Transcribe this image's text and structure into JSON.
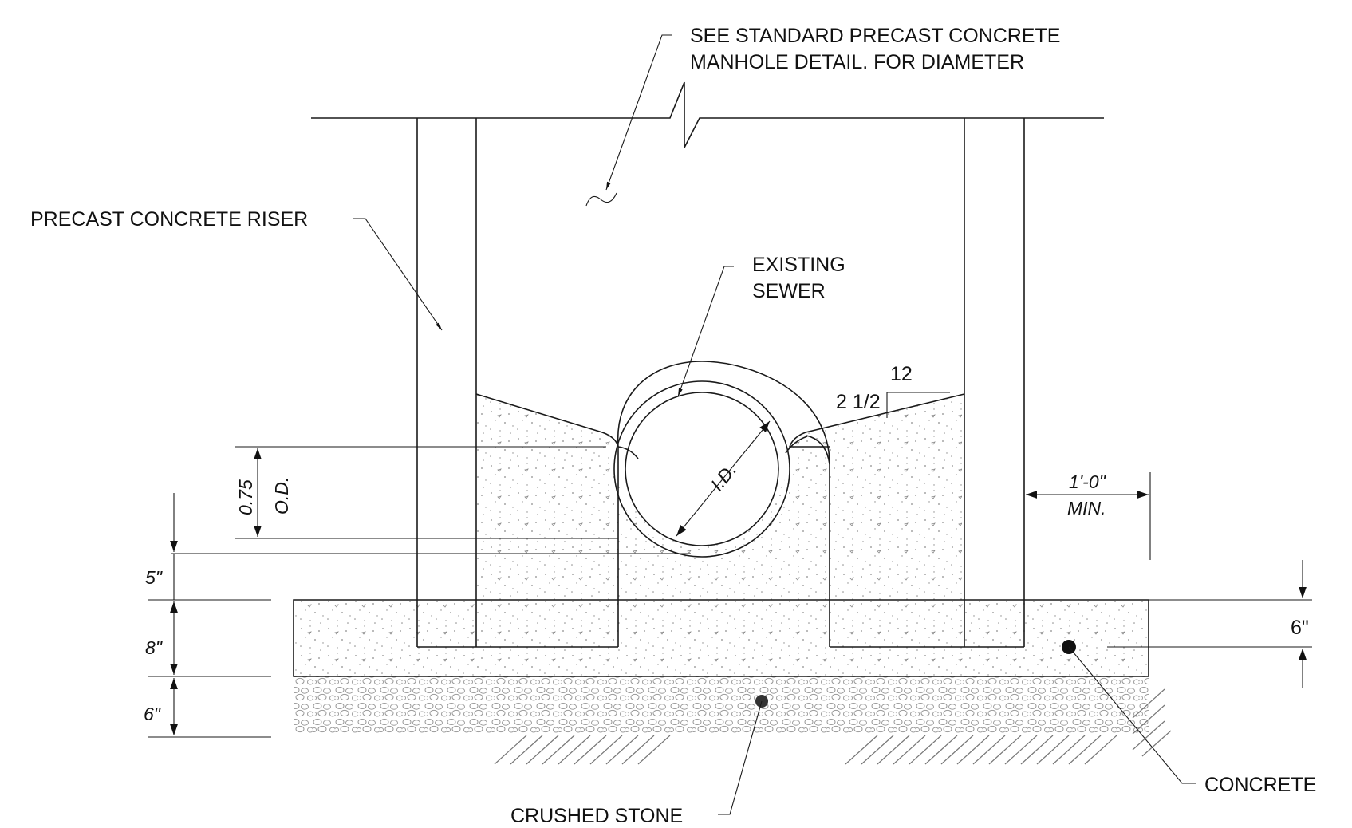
{
  "labels": {
    "see_detail_line1": "SEE STANDARD PRECAST CONCRETE",
    "see_detail_line2": "MANHOLE DETAIL. FOR DIAMETER",
    "riser": "PRECAST CONCRETE RISER",
    "sewer_line1": "EXISTING",
    "sewer_line2": "SEWER",
    "crushed_stone": "CRUSHED STONE",
    "concrete": "CONCRETE"
  },
  "dimensions": {
    "slope_run": "12",
    "slope_rise": "2 1/2",
    "inner_diameter": "I.D.",
    "od_factor": "0.75",
    "od": "O.D.",
    "clearance_value": "1'-0\"",
    "clearance_note": "MIN.",
    "invert_depth": "5\"",
    "slab_thickness": "8\"",
    "stone_thickness": "6\"",
    "rebar_depth": "6\""
  },
  "colors": {
    "line": "#1a1a1a",
    "stipple": "#8a8a8a",
    "stone": "#9a9a9a",
    "hatch": "#777777"
  }
}
